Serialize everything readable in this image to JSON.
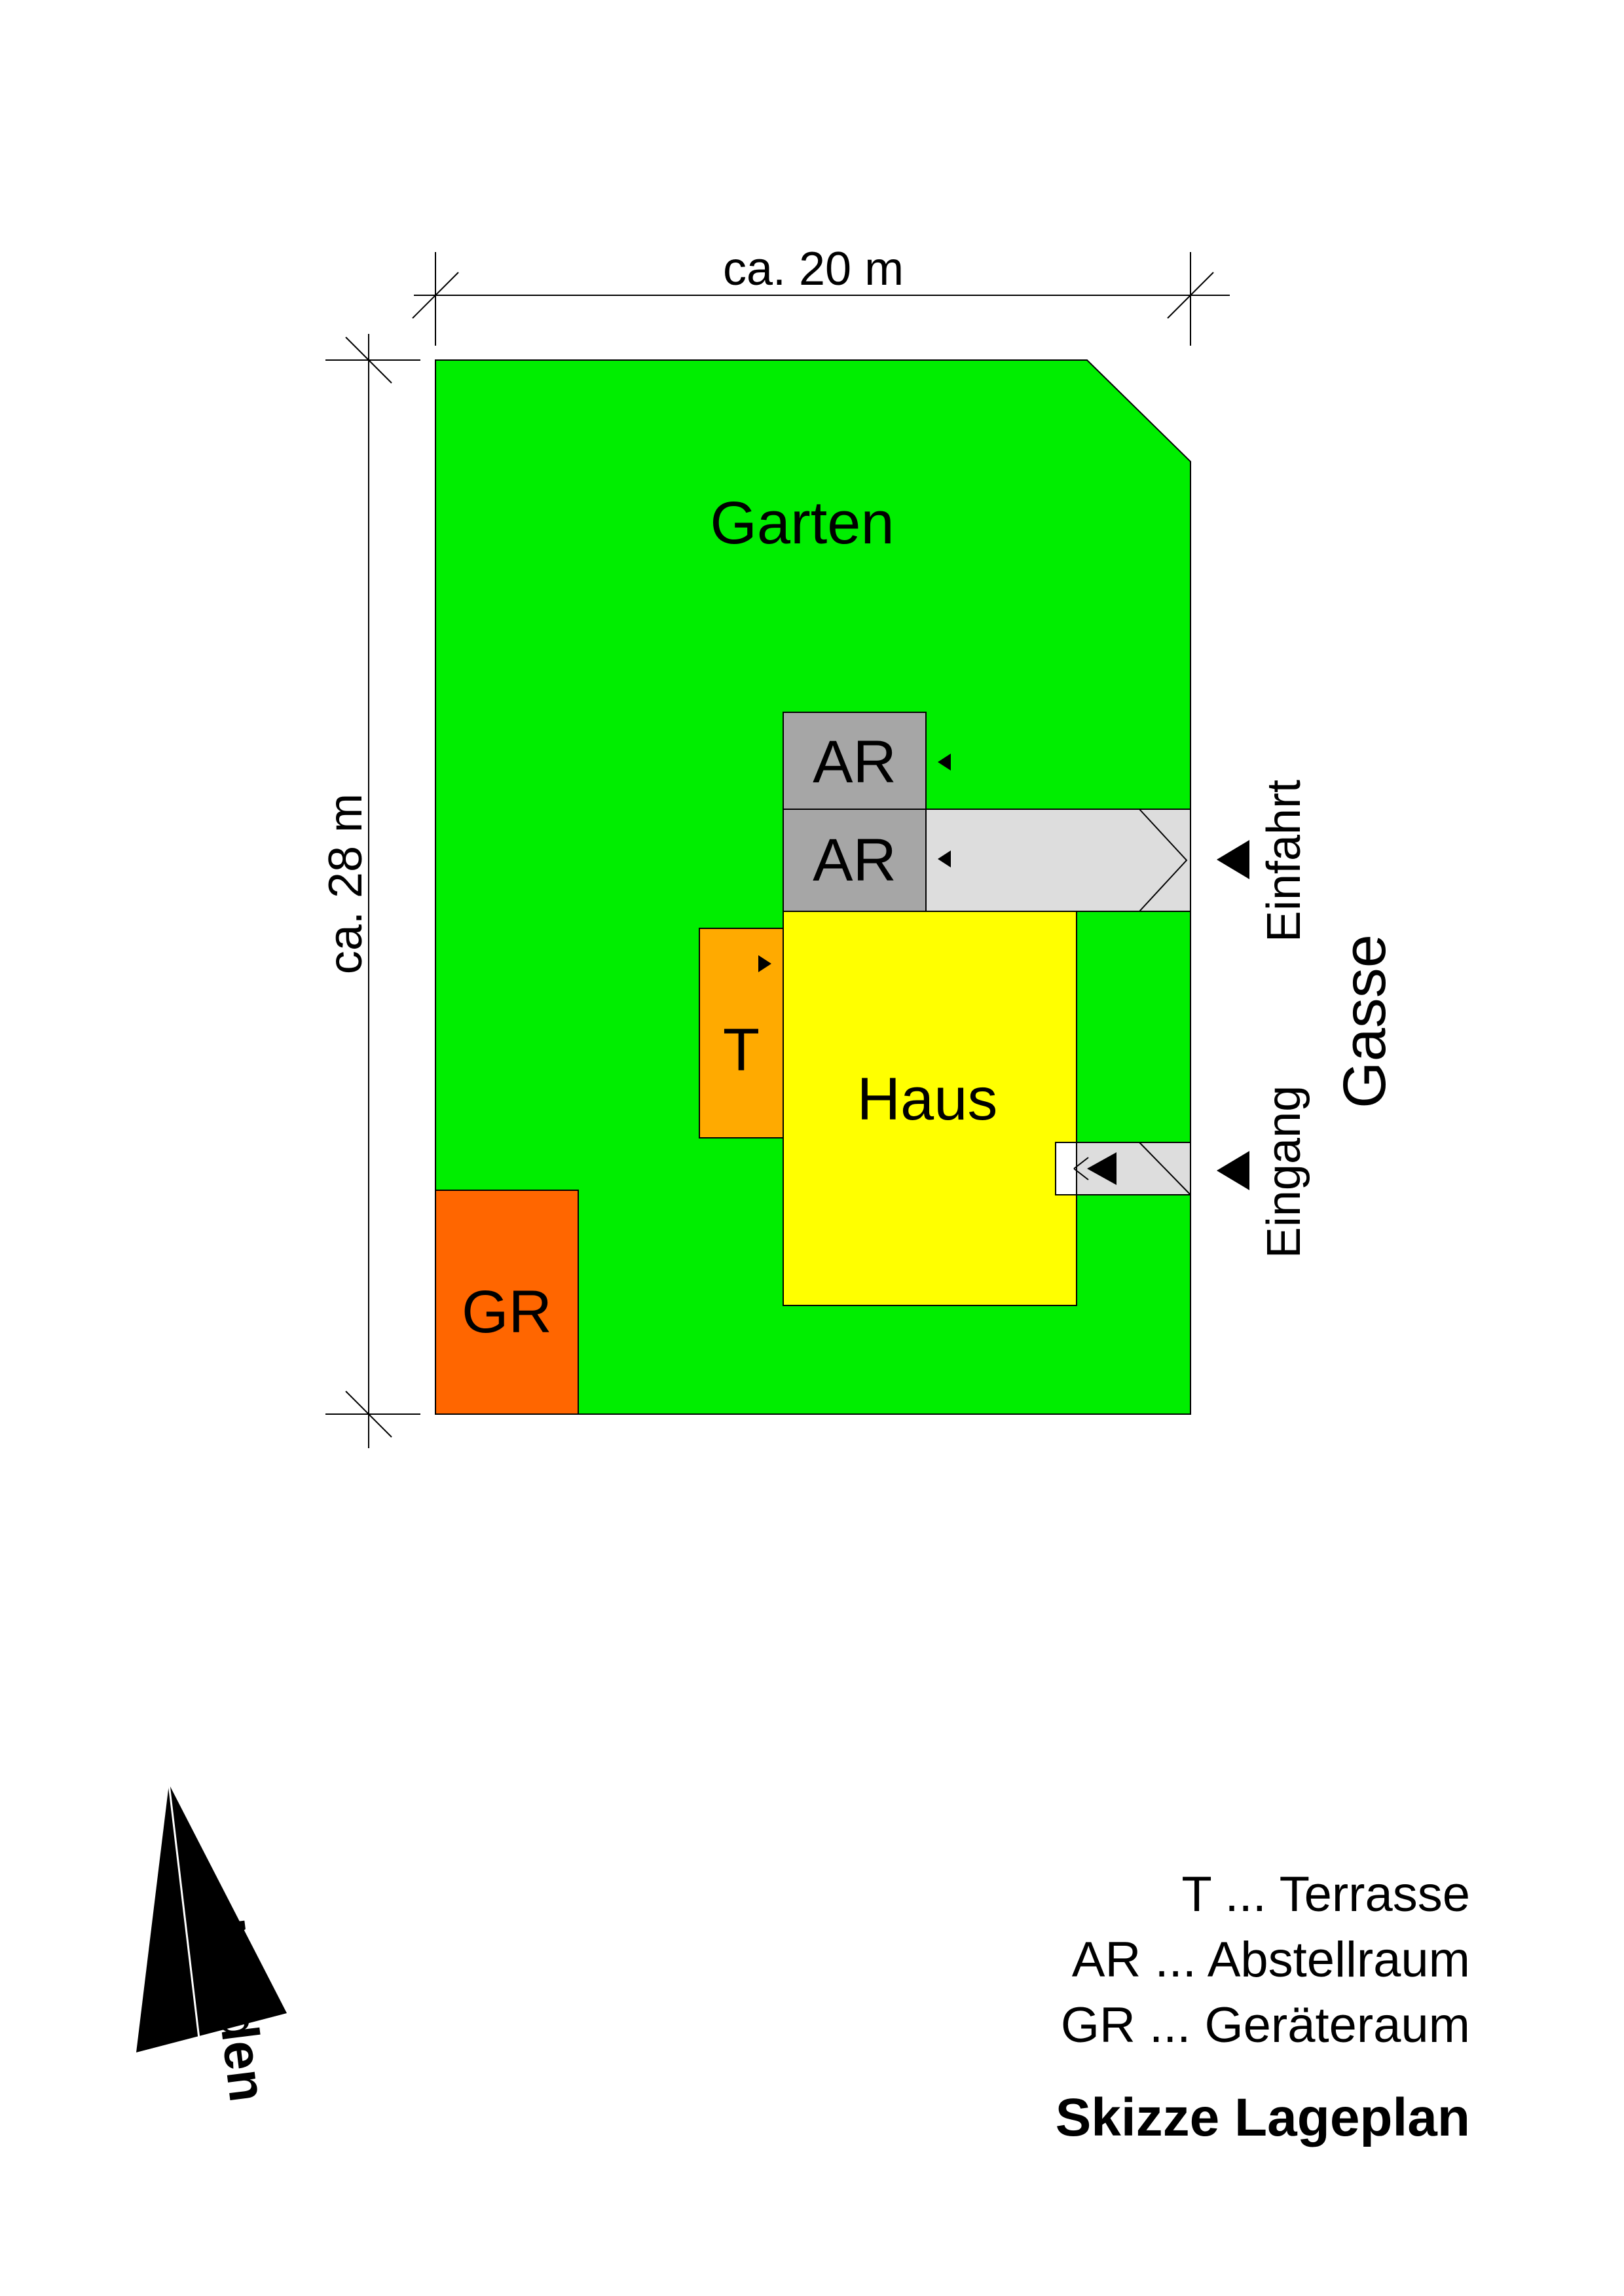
{
  "dimensions": {
    "width": "ca. 20 m",
    "height": "ca. 28 m"
  },
  "areas": {
    "garden": "Garten",
    "house": "Haus",
    "terrace": "T",
    "storage_1": "AR",
    "storage_2": "AR",
    "tool_room": "GR"
  },
  "access": {
    "driveway": "Einfahrt",
    "entrance": "Eingang",
    "street": "Gasse"
  },
  "north_label": "Norden",
  "legend": [
    "T ... Terrasse",
    "AR ... Abstellraum",
    "GR ... Geräteraum"
  ],
  "title": "Skizze Lageplan",
  "colors": {
    "garden": "#00ee00",
    "house": "#ffff00",
    "terrace": "#ffaa00",
    "tool_room": "#ff6600",
    "storage": "#a6a6a6",
    "path": "#dddddd"
  }
}
